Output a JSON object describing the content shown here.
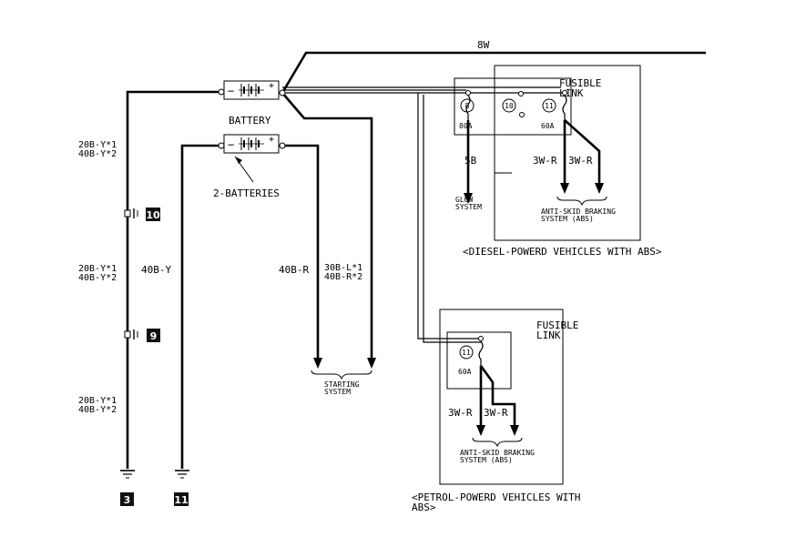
{
  "labels": {
    "top_wire": "8W",
    "battery": "BATTERY",
    "two_batteries": "2-BATTERIES",
    "fusible_link_top": "FUSIBLE LINK",
    "fusible_link_bottom": "FUSIBLE LINK",
    "fuse_8_rating": "80A",
    "fuse_11_rating_top": "60A",
    "fuse_11_rating_bottom": "60A",
    "wire_5b": "5B",
    "wire_3wr_a": "3W-R",
    "wire_3wr_b": "3W-R",
    "wire_3wr_c": "3W-R",
    "wire_3wr_d": "3W-R",
    "glow_system": "GLOW SYSTEM",
    "abs_top": "ANTI-SKID BRAKING SYSTEM (ABS)",
    "abs_bottom": "ANTI-SKID BRAKING SYSTEM (ABS)",
    "diesel_caption": "<DIESEL-POWERD VEHICLES WITH ABS>",
    "petrol_caption": "<PETROL-POWERD VEHICLES WITH ABS>",
    "wire_left_1": "20B-Y*1 40B-Y*2",
    "wire_left_2": "20B-Y*1 40B-Y*2",
    "wire_left_3": "20B-Y*1 40B-Y*2",
    "wire_40by": "40B-Y",
    "wire_40br": "40B-R",
    "wire_30bl": "30B-L*1 40B-R*2",
    "starting_system": "STARTING SYSTEM"
  },
  "fuse_numbers": {
    "f8": "8",
    "f10": "10",
    "f11_top": "11",
    "f11_bottom": "11"
  },
  "connectors": {
    "c10": "10",
    "c9": "9",
    "g3": "3",
    "g11": "11"
  }
}
